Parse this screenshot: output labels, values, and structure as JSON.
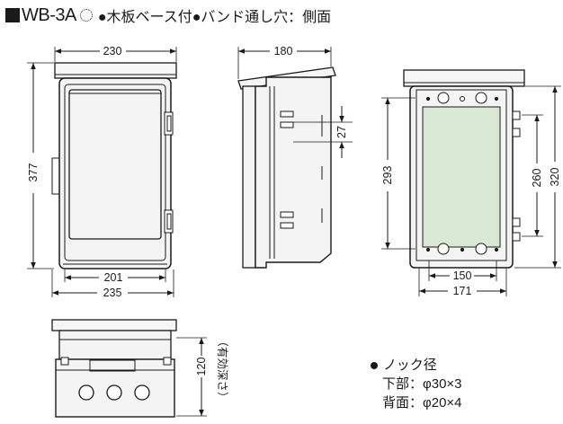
{
  "title": {
    "model": "WB-3A",
    "features": "●木板ベース付●バンド通し穴：側面"
  },
  "dimensions": {
    "front": {
      "width_top": "230",
      "height": "377",
      "width_inner": "201",
      "width_bottom": "235"
    },
    "side": {
      "depth": "180",
      "band_slot": "27"
    },
    "back": {
      "height_a": "293",
      "height_b": "260",
      "height_c": "320",
      "width_a": "150",
      "width_b": "171"
    },
    "bottom": {
      "depth": "120",
      "depth_note": "（有効深さ）"
    }
  },
  "notes": {
    "title": "ノック径",
    "lines": [
      "下部：φ30×3",
      "背面：φ20×4"
    ]
  },
  "colors": {
    "line": "#1a1a1a",
    "panel": "#d8e8d2",
    "body": "#f4f4f4"
  }
}
